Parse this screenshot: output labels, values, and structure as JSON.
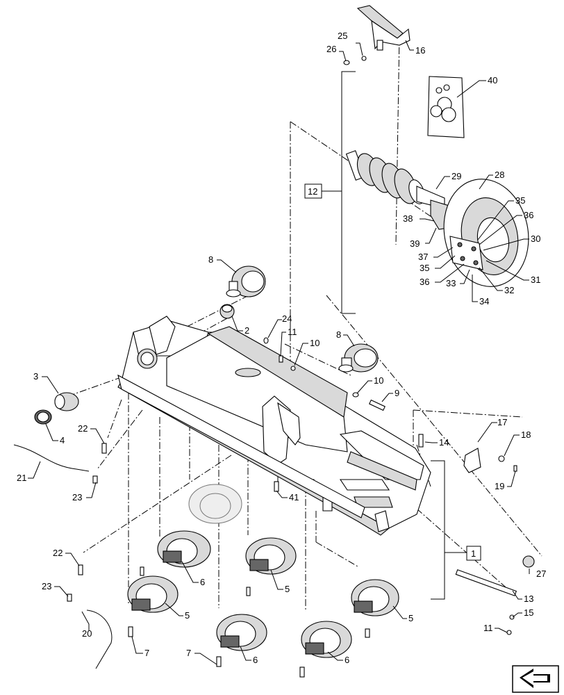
{
  "callouts": [
    {
      "id": "c16",
      "text": "16"
    },
    {
      "id": "c25",
      "text": "25"
    },
    {
      "id": "c26",
      "text": "26"
    },
    {
      "id": "c40",
      "text": "40"
    },
    {
      "id": "c12",
      "text": "12"
    },
    {
      "id": "c29",
      "text": "29"
    },
    {
      "id": "c28",
      "text": "28"
    },
    {
      "id": "c35a",
      "text": "35"
    },
    {
      "id": "c36a",
      "text": "36"
    },
    {
      "id": "c38",
      "text": "38"
    },
    {
      "id": "c39",
      "text": "39"
    },
    {
      "id": "c37",
      "text": "37"
    },
    {
      "id": "c30",
      "text": "30"
    },
    {
      "id": "c35b",
      "text": "35"
    },
    {
      "id": "c36b",
      "text": "36"
    },
    {
      "id": "c33",
      "text": "33"
    },
    {
      "id": "c32",
      "text": "32"
    },
    {
      "id": "c31",
      "text": "31"
    },
    {
      "id": "c34",
      "text": "34"
    },
    {
      "id": "c8a",
      "text": "8"
    },
    {
      "id": "c2",
      "text": "2"
    },
    {
      "id": "c24",
      "text": "24"
    },
    {
      "id": "c11a",
      "text": "11"
    },
    {
      "id": "c10a",
      "text": "10"
    },
    {
      "id": "c8b",
      "text": "8"
    },
    {
      "id": "c3",
      "text": "3"
    },
    {
      "id": "c4",
      "text": "4"
    },
    {
      "id": "c10b",
      "text": "10"
    },
    {
      "id": "c9",
      "text": "9"
    },
    {
      "id": "c22a",
      "text": "22"
    },
    {
      "id": "c17",
      "text": "17"
    },
    {
      "id": "c18",
      "text": "18"
    },
    {
      "id": "c14",
      "text": "14"
    },
    {
      "id": "c21",
      "text": "21"
    },
    {
      "id": "c23a",
      "text": "23"
    },
    {
      "id": "c19",
      "text": "19"
    },
    {
      "id": "c41",
      "text": "41"
    },
    {
      "id": "c1",
      "text": "1"
    },
    {
      "id": "c22b",
      "text": "22"
    },
    {
      "id": "c27",
      "text": "27"
    },
    {
      "id": "c6a",
      "text": "6"
    },
    {
      "id": "c5a",
      "text": "5"
    },
    {
      "id": "c23b",
      "text": "23"
    },
    {
      "id": "c13",
      "text": "13"
    },
    {
      "id": "c15",
      "text": "15"
    },
    {
      "id": "c5b",
      "text": "5"
    },
    {
      "id": "c5c",
      "text": "5"
    },
    {
      "id": "c20",
      "text": "20"
    },
    {
      "id": "c11b",
      "text": "11"
    },
    {
      "id": "c7a",
      "text": "7"
    },
    {
      "id": "c7b",
      "text": "7"
    },
    {
      "id": "c6b",
      "text": "6"
    },
    {
      "id": "c6c",
      "text": "6"
    }
  ],
  "icons": {
    "nav_arrow": "back-arrow-icon",
    "seal_bag": "seal-kit-bag-icon"
  }
}
